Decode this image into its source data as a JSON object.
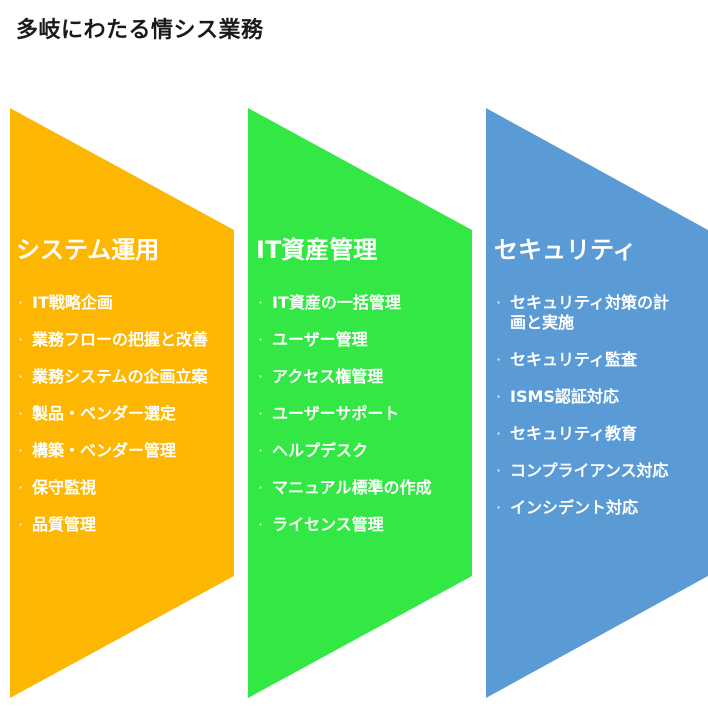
{
  "title": "多岐にわたる情シス業務",
  "colors": {
    "panel_0": "#fdb702",
    "panel_1": "#33e845",
    "panel_2": "#5b9bd5",
    "text": "#ffffff"
  },
  "panels": [
    {
      "heading": "システム運用",
      "items": [
        "IT戦略企画",
        "業務フローの把握と改善",
        "業務システムの企画立案",
        "製品・ベンダー選定",
        "構築・ベンダー管理",
        "保守監視",
        "品質管理"
      ]
    },
    {
      "heading": "IT資産管理",
      "items": [
        "IT資産の一括管理",
        "ユーザー管理",
        "アクセス権管理",
        "ユーザーサポート",
        "ヘルプデスク",
        "マニュアル標準の作成",
        "ライセンス管理"
      ]
    },
    {
      "heading": "セキュリティ",
      "items": [
        "セキュリティ対策の計画と実施",
        "セキュリティ監査",
        "ISMS認証対応",
        "セキュリティ教育",
        "コンプライアンス対応",
        "インシデント対応"
      ]
    }
  ]
}
